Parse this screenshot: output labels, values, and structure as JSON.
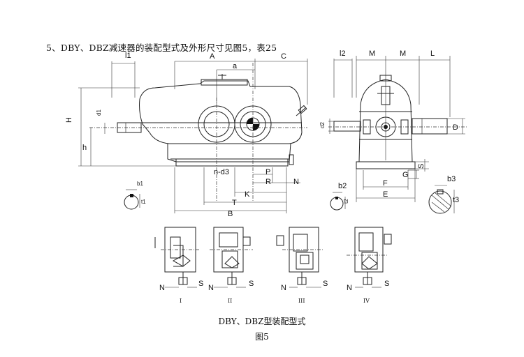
{
  "heading": "5、DBY、DBZ减速器的装配型式及外形尺寸见图5，表25",
  "caption": "DBY、DBZ型装配型式",
  "figure_label": "图5",
  "side_view_labels": {
    "l1": "l1",
    "A": "A",
    "C": "C",
    "a": "a",
    "H": "H",
    "d1": "d1",
    "h": "h",
    "n_d3": "n-d3",
    "P": "P",
    "R": "R",
    "N": "N",
    "K": "K",
    "T": "T",
    "B": "B",
    "b1": "b1",
    "t1": "t1"
  },
  "end_view_labels": {
    "l2": "l2",
    "M_left": "M",
    "M_right": "M",
    "L": "L",
    "d2": "d2",
    "D": "D",
    "S": "S",
    "G": "G",
    "F": "F",
    "E": "E",
    "b2": "b2",
    "t2": "t2",
    "b3": "b3",
    "t3": "t3"
  },
  "assembly_types": [
    {
      "roman": "I",
      "N": "N",
      "S": "S"
    },
    {
      "roman": "II",
      "N": "N",
      "S": "S"
    },
    {
      "roman": "III",
      "N": "N",
      "S": "S"
    },
    {
      "roman": "IV",
      "N": "N",
      "S": "S"
    }
  ]
}
